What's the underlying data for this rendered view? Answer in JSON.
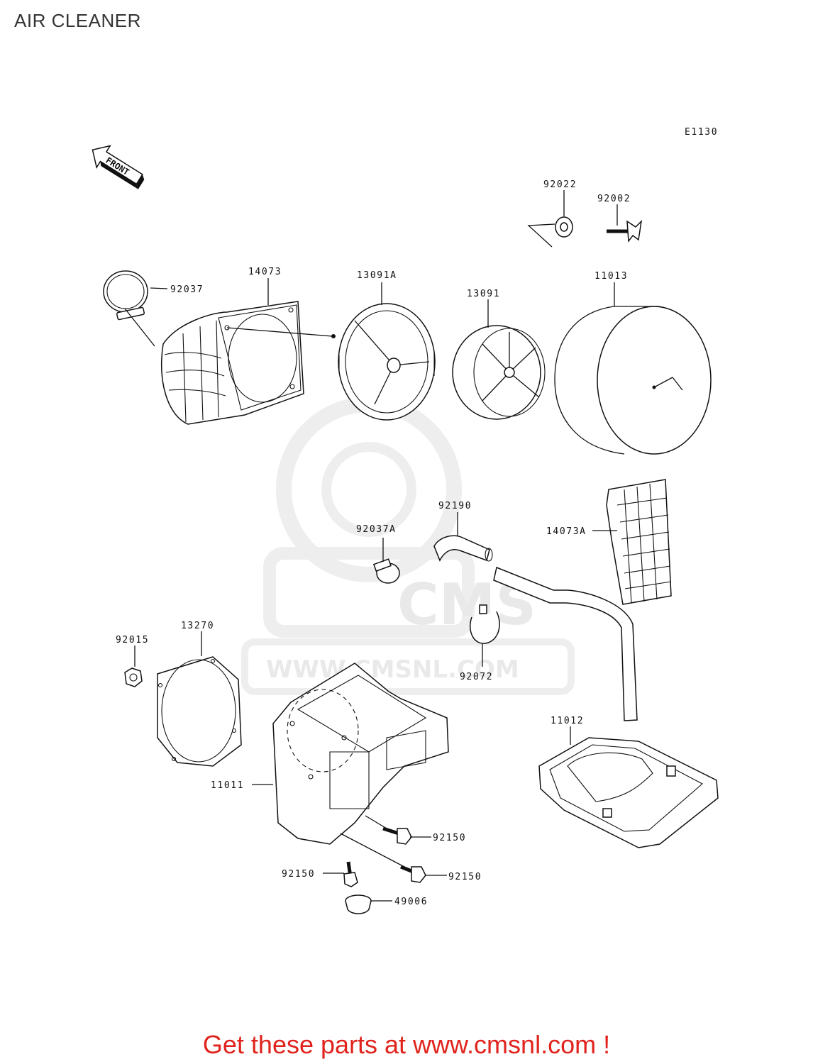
{
  "title": "AIR CLEANER",
  "diagram_code": "E1130",
  "front_label": "FRONT",
  "watermark": {
    "brand": "CMS",
    "url": "WWW.CMSNL.COM"
  },
  "parts": [
    {
      "number": "92022"
    },
    {
      "number": "92002"
    },
    {
      "number": "92037"
    },
    {
      "number": "14073"
    },
    {
      "number": "13091A"
    },
    {
      "number": "13091"
    },
    {
      "number": "11013"
    },
    {
      "number": "92190"
    },
    {
      "number": "92037A"
    },
    {
      "number": "14073A"
    },
    {
      "number": "13270"
    },
    {
      "number": "92015"
    },
    {
      "number": "92072"
    },
    {
      "number": "11012"
    },
    {
      "number": "11011"
    },
    {
      "number": "92150"
    },
    {
      "number": "92150"
    },
    {
      "number": "92150"
    },
    {
      "number": "49006"
    }
  ],
  "footer_cta": "Get these parts at www.cmsnl.com !",
  "colors": {
    "cta": "#e0231c",
    "line": "#111111",
    "watermark": "#e9e9e9"
  }
}
